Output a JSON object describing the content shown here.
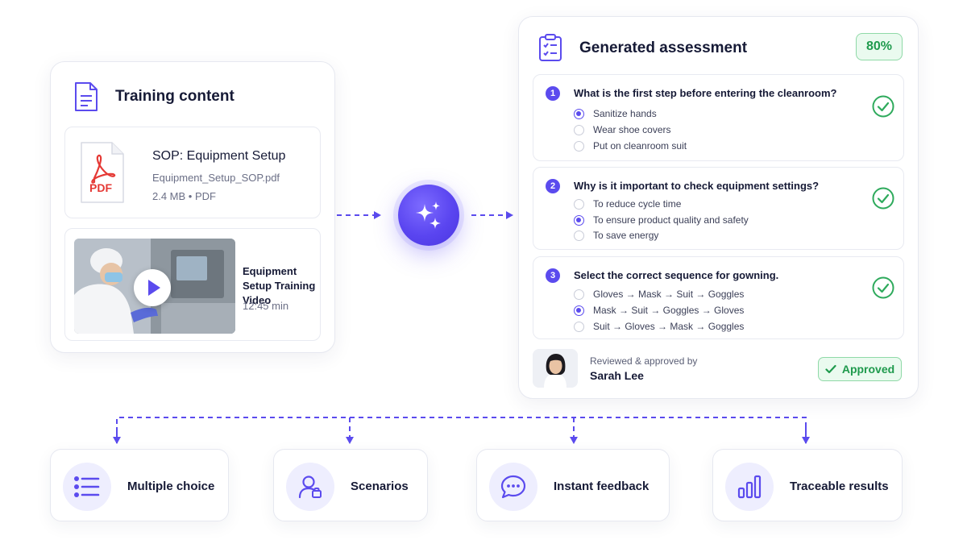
{
  "training_content": {
    "title": "Training content",
    "pdf": {
      "icon_label": "PDF",
      "name": "SOP: Equipment Setup",
      "filename": "Equipment_Setup_SOP.pdf",
      "meta": "2.4 MB • PDF"
    },
    "video": {
      "title": "Equipment Setup Training Video",
      "duration": "12:45 min"
    }
  },
  "assessment": {
    "title": "Generated assessment",
    "score": "80%",
    "questions": [
      {
        "number": "1",
        "text": "What is the first step before entering the cleanroom?",
        "options": [
          "Sanitize hands",
          "Wear shoe covers",
          "Put on cleanroom suit"
        ],
        "selected_index": 0
      },
      {
        "number": "2",
        "text": "Why is it important to check equipment settings?",
        "options": [
          "To reduce cycle time",
          "To ensure product quality and safety",
          "To save energy"
        ],
        "selected_index": 1
      },
      {
        "number": "3",
        "text": "Select the correct sequence for gowning.",
        "options": [
          "Gloves → Mask → Suit → Goggles",
          "Mask → Suit → Goggles → Gloves",
          "Suit → Gloves → Mask → Goggles"
        ],
        "selected_index": 1
      }
    ],
    "reviewer": {
      "label": "Reviewed & approved by",
      "name": "Sarah Lee",
      "status": "Approved"
    }
  },
  "features": [
    {
      "label": "Multiple choice",
      "icon": "list-icon"
    },
    {
      "label": "Scenarios",
      "icon": "user-icon"
    },
    {
      "label": "Instant feedback",
      "icon": "chat-bubble-icon"
    },
    {
      "label": "Traceable results",
      "icon": "bar-chart-icon"
    }
  ],
  "colors": {
    "accent": "#5b4bee",
    "success": "#1f9a4d",
    "success_bg": "#eafaef",
    "pdf_red": "#e53935"
  }
}
